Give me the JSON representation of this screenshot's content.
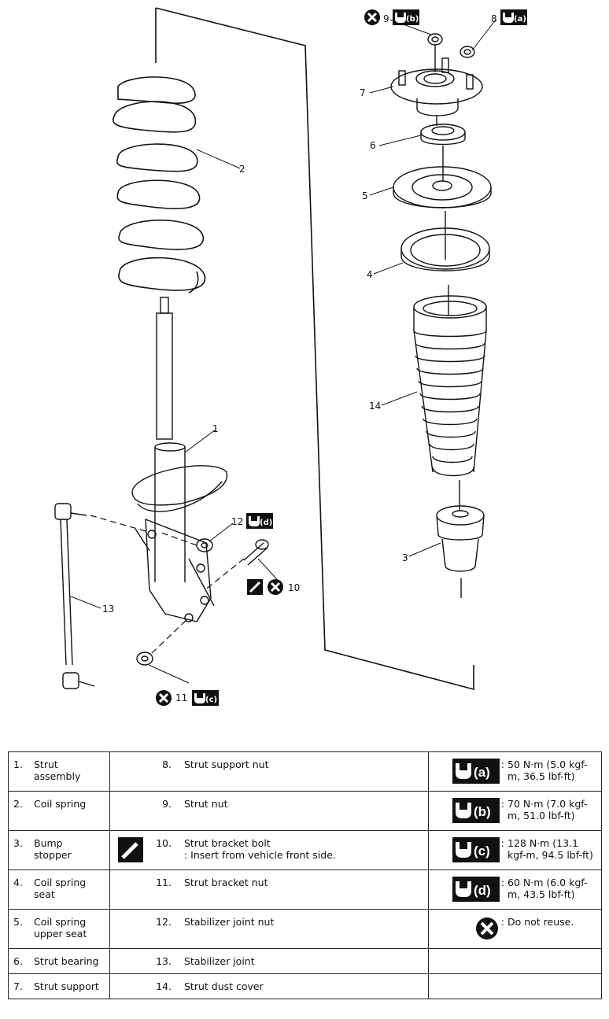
{
  "callouts": {
    "c1": "1",
    "c2": "2",
    "c3": "3",
    "c4": "4",
    "c5": "5",
    "c6": "6",
    "c7": "7",
    "c8": "8",
    "c9": "9",
    "c10": "10",
    "c11": "11",
    "c12": "12",
    "c13": "13",
    "c14": "14"
  },
  "torque_marks": {
    "a": "(a)",
    "b": "(b)",
    "c": "(c)",
    "d": "(d)"
  },
  "legend": {
    "rows": [
      {
        "n1": "1.",
        "p1": "Strut assembly",
        "n2": "8.",
        "p2": "Strut support nut",
        "tq": "(a)",
        "spec": "50 N·m (5.0 kgf-m, 36.5 lbf-ft)"
      },
      {
        "n1": "2.",
        "p1": "Coil spring",
        "n2": "9.",
        "p2": "Strut nut",
        "tq": "(b)",
        "spec": "70 N·m (7.0 kgf-m, 51.0 lbf-ft)"
      },
      {
        "n1": "3.",
        "p1": "Bump stopper",
        "n2": "10.",
        "p2": "Strut bracket bolt",
        "p2b": ": Insert from vehicle front side.",
        "tq": "(c)",
        "spec": "128 N·m (13.1 kgf-m, 94.5 lbf-ft)"
      },
      {
        "n1": "4.",
        "p1": "Coil spring seat",
        "n2": "11.",
        "p2": "Strut bracket nut",
        "tq": "(d)",
        "spec": "60 N·m (6.0 kgf-m, 43.5 lbf-ft)"
      },
      {
        "n1": "5.",
        "p1": "Coil spring upper seat",
        "n2": "12.",
        "p2": "Stabilizer joint nut",
        "spec": "Do not reuse."
      },
      {
        "n1": "6.",
        "p1": "Strut bearing",
        "n2": "13.",
        "p2": "Stabilizer joint"
      },
      {
        "n1": "7.",
        "p1": "Strut support",
        "n2": "14.",
        "p2": "Strut dust cover"
      }
    ]
  },
  "colon": ":"
}
